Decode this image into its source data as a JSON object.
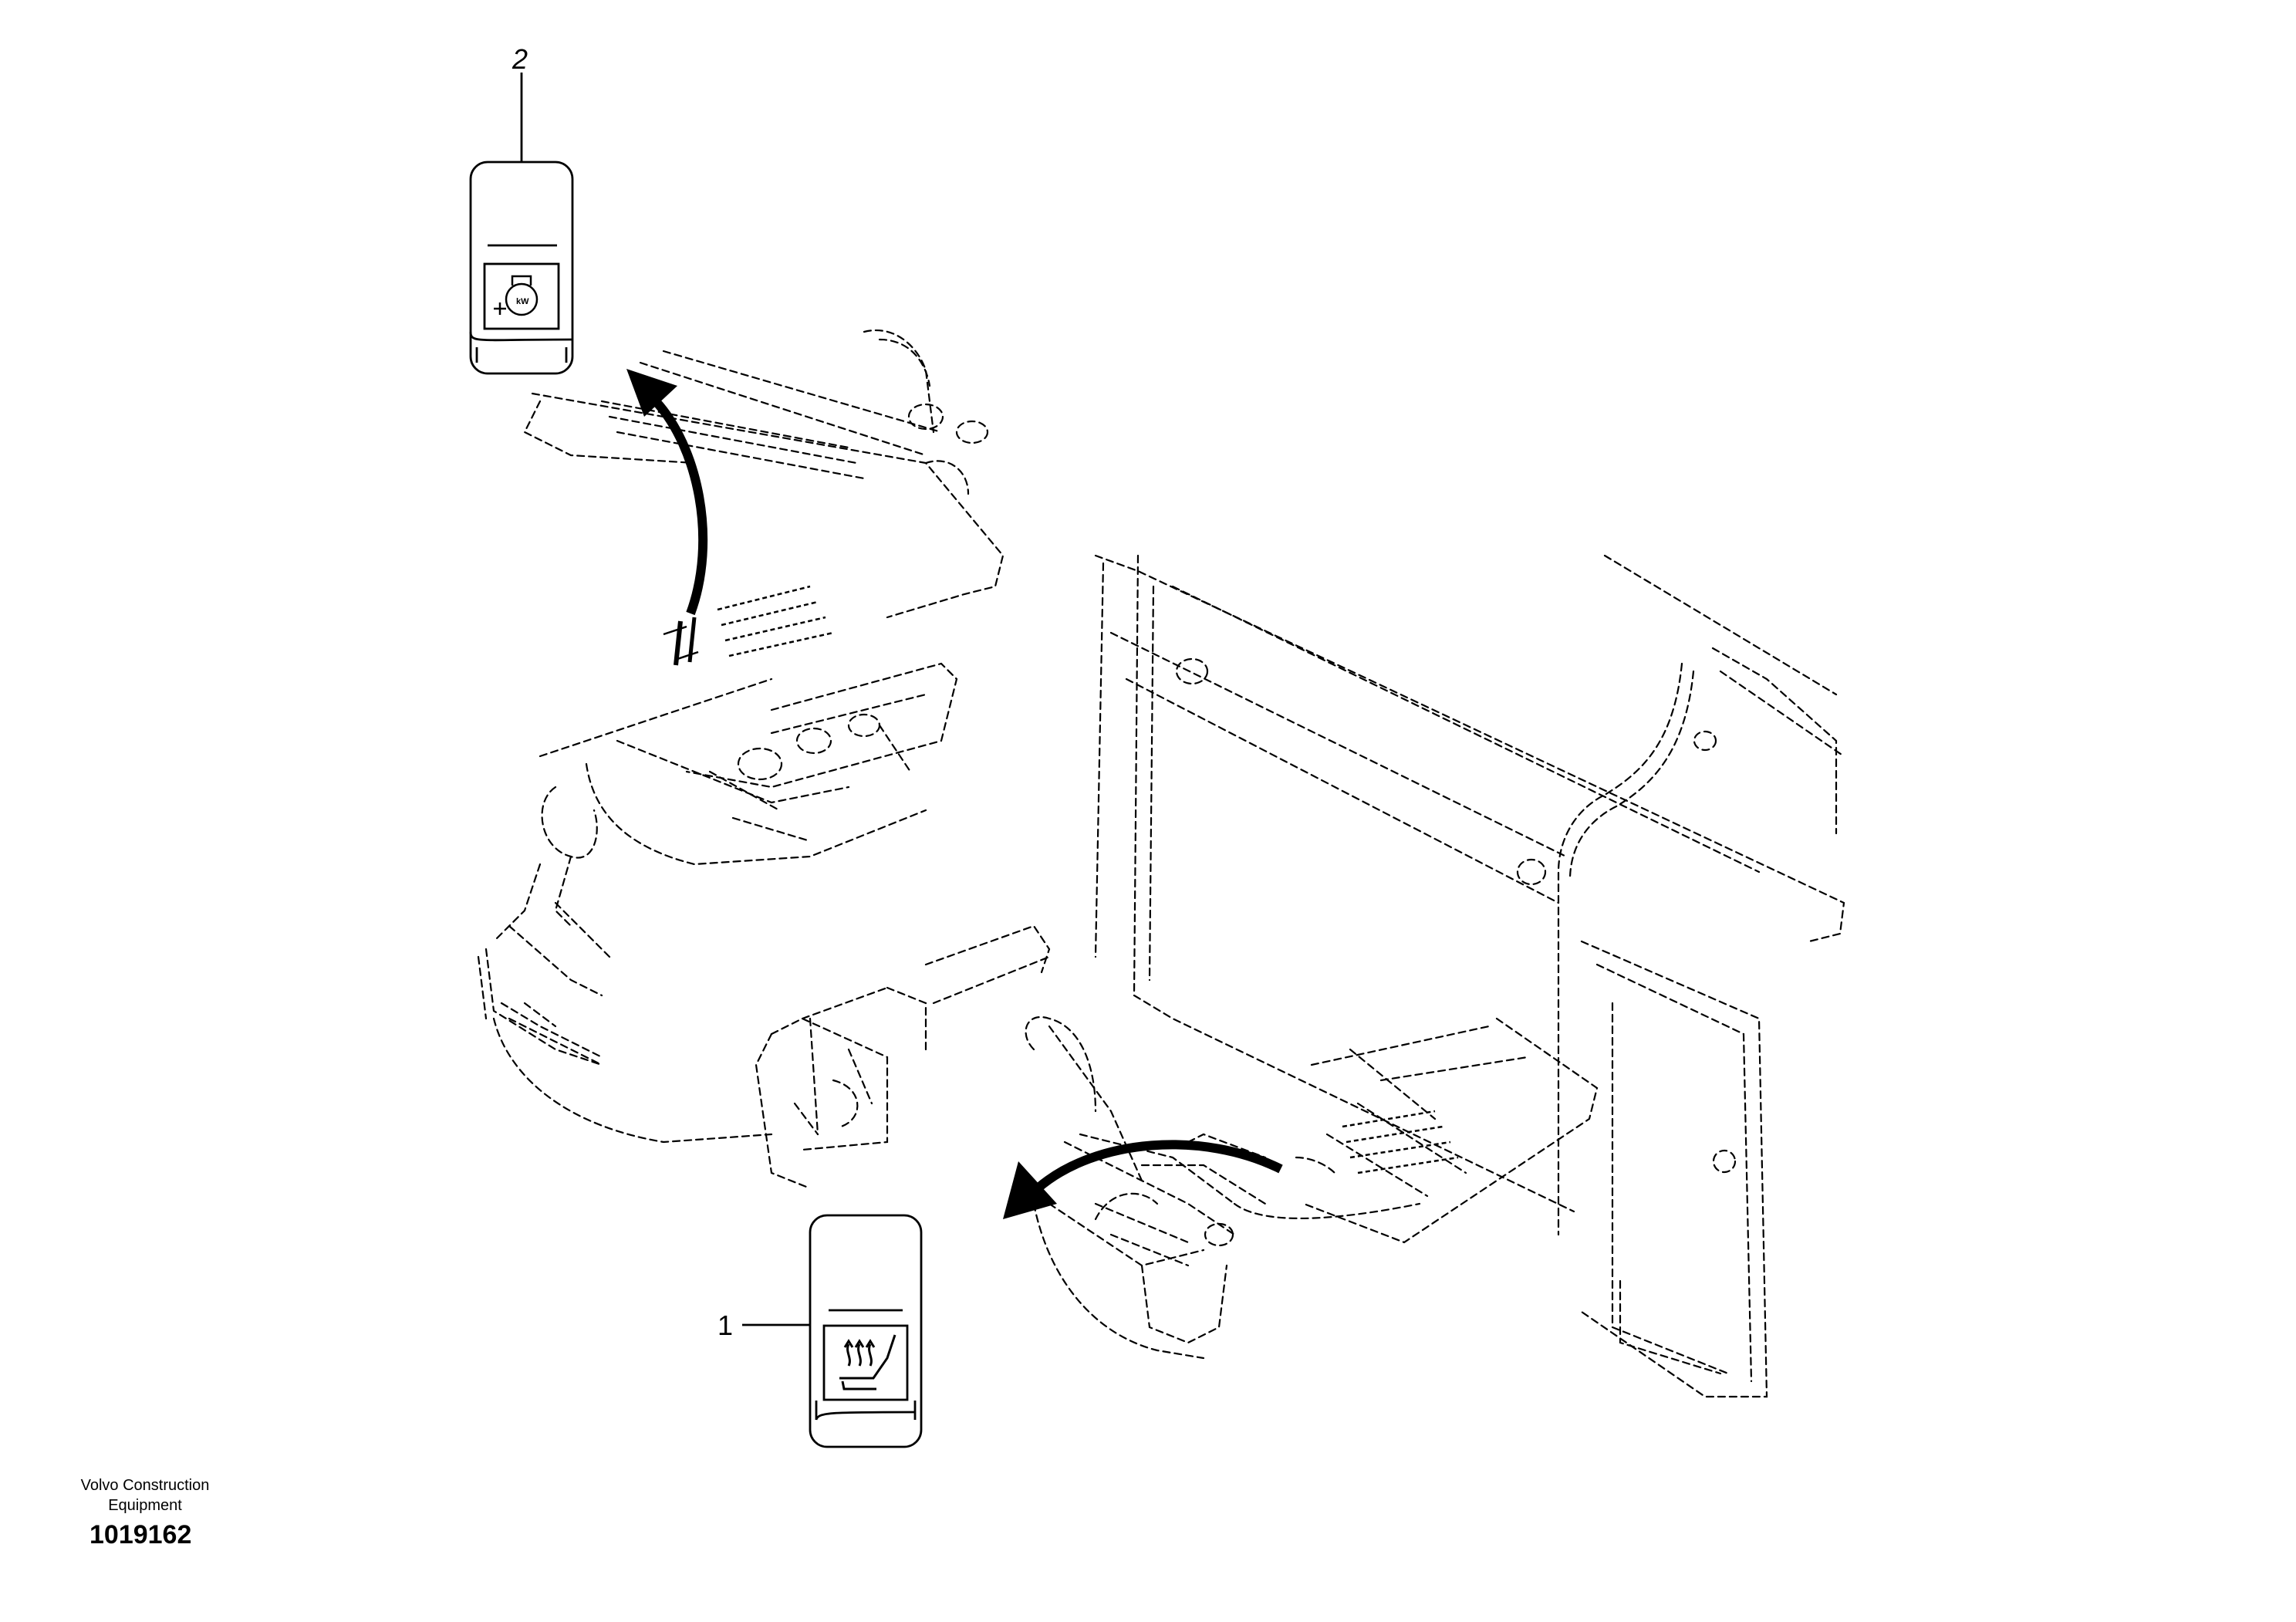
{
  "callouts": {
    "item1": {
      "number": "1",
      "icon": "seat-heater-icon"
    },
    "item2": {
      "number": "2",
      "icon": "engine-heater-icon"
    }
  },
  "footer": {
    "brand_line1": "Volvo Construction",
    "brand_line2": "Equipment",
    "drawing_number": "1019162"
  },
  "colors": {
    "line": "#000000",
    "background": "#ffffff"
  }
}
